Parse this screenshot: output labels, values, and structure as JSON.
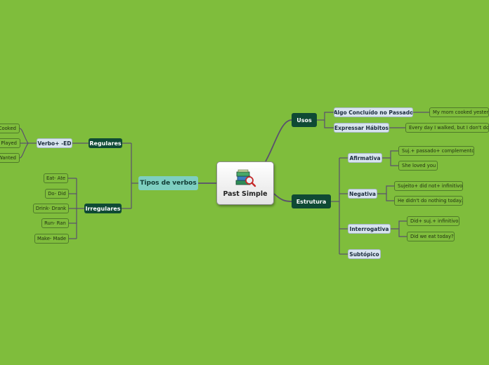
{
  "root": {
    "label": "Past Simple",
    "icon": "books-magnifier-icon"
  },
  "colors": {
    "background": "#7fbd3c",
    "dark_node": "#0f4a34",
    "light_node": "#d8e4ef",
    "teal_node": "#7ecfc1",
    "line": "#5a4f6e"
  },
  "tipos": {
    "label": "Tipos de verbos",
    "regulares": {
      "label": "Regulares",
      "verbo_ed": "Verbo+ -ED",
      "examples": [
        "Cooked",
        "Played",
        "Wanted"
      ]
    },
    "irregulares": {
      "label": "Irregulares",
      "examples": [
        "Eat- Ate",
        "Do- Did",
        "Drink- Drank",
        "Run- Ran",
        "Make- Made"
      ]
    }
  },
  "usos": {
    "label": "Usos",
    "items": [
      {
        "label": "Algo Concluído no Passado",
        "example": "My mom cooked yesterday"
      },
      {
        "label": "Expressar Hábitos",
        "example": "Every day I walked, but I don't do it now"
      }
    ]
  },
  "estrutura": {
    "label": "Estrutura",
    "afirmativa": {
      "label": "Afirmativa",
      "items": [
        "Suj.+ passado+ complemento",
        "She loved you"
      ]
    },
    "negativa": {
      "label": "Negativa",
      "items": [
        "Sujeito+ did not+ infinitivo",
        "He didn't do nothing today."
      ]
    },
    "interrogativa": {
      "label": "Interrogativa",
      "items": [
        "Did+ suj.+ infinitivo",
        "Did we eat today?"
      ]
    },
    "subtopico": {
      "label": "Subtópico"
    }
  }
}
